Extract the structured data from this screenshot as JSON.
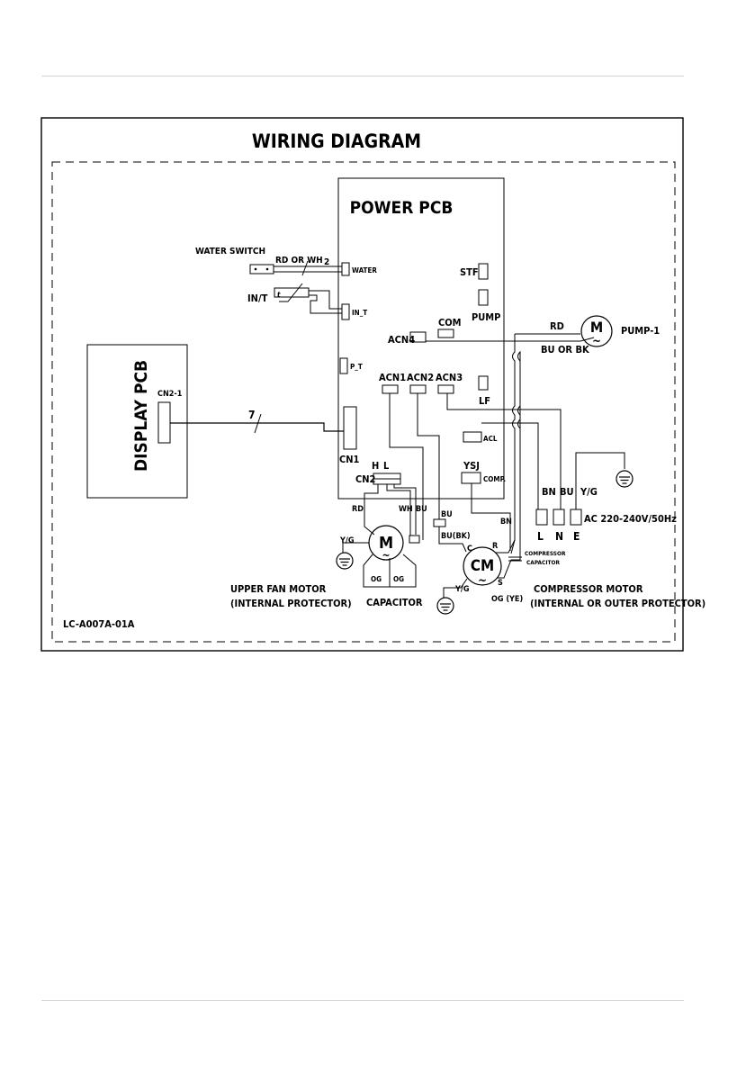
{
  "title": "WIRING DIAGRAM",
  "model_code": "LC-A007A-01A",
  "power_pcb": {
    "label": "POWER PCB",
    "terminals": {
      "water": "WATER",
      "in_t": "IN_T",
      "p_t": "P_T",
      "stf": "STF",
      "pump": "PUMP",
      "com": "COM",
      "acn4": "ACN4",
      "acn1": "ACN1",
      "acn2": "ACN2",
      "acn3": "ACN3",
      "lf": "LF",
      "acl": "ACL",
      "cn1": "CN1",
      "cn2": "CN2",
      "ysj": "YSJ",
      "comp": "COMP.",
      "h": "H",
      "l": "L"
    }
  },
  "display_pcb": {
    "label": "DISPLAY PCB",
    "connector": "CN2-1"
  },
  "water_switch": {
    "label": "WATER SWITCH",
    "wire": "RD OR WH",
    "count": "2"
  },
  "in_t_sensor": {
    "label": "IN/T",
    "symbol": "t"
  },
  "harness": {
    "count": "7"
  },
  "pump": {
    "label": "PUMP-1",
    "wire_rd": "RD",
    "wire_bu": "BU OR BK",
    "motor_symbol": "M",
    "tilde": "~"
  },
  "fan": {
    "wire_rd": "RD",
    "wire_wh": "WH",
    "wire_bu": "BU",
    "yg": "Y/G",
    "og1": "OG",
    "og2": "OG",
    "capacitor": "CAPACITOR",
    "caption_1": "UPPER FAN MOTOR",
    "caption_2": "(INTERNAL PROTECTOR)",
    "motor_symbol": "M",
    "tilde": "~"
  },
  "compressor": {
    "wire_bu": "BU",
    "wire_bu_bk": "BU(BK)",
    "wire_bn": "BN",
    "c": "C",
    "r": "R",
    "s": "S",
    "yg": "Y/G",
    "og_ye": "OG (YE)",
    "cap_1": "COMPRESSOR",
    "cap_2": "CAPACITOR",
    "caption_1": "COMPRESSOR MOTOR",
    "caption_2": "(INTERNAL OR OUTER PROTECTOR)",
    "motor_symbol": "CM",
    "tilde": "~"
  },
  "power_input": {
    "bn": "BN",
    "bu": "BU",
    "yg": "Y/G",
    "l": "L",
    "n": "N",
    "e": "E",
    "supply": "AC 220-240V/50Hz"
  }
}
